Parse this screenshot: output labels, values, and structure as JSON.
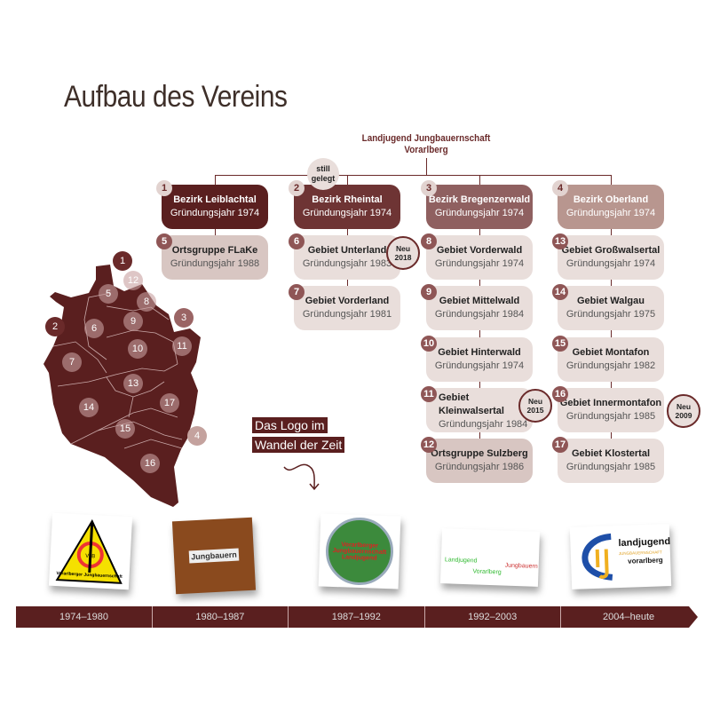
{
  "title": "Aufbau des Vereins",
  "root": {
    "line1": "Landjugend Jungbauernschaft",
    "line2": "Vorarlberg"
  },
  "still_gelegt": {
    "line1": "still",
    "line2": "gelegt"
  },
  "columns": [
    {
      "head": {
        "num": "1",
        "name": "Bezirk Leiblachtal",
        "year": "Gründungsjahr 1974"
      },
      "items": [
        {
          "num": "5",
          "name": "Ortsgruppe FLaKe",
          "year": "Gründungsjahr 1988"
        }
      ]
    },
    {
      "head": {
        "num": "2",
        "name": "Bezirk Rheintal",
        "year": "Gründungsjahr 1974"
      },
      "items": [
        {
          "num": "6",
          "name": "Gebiet Unterland",
          "year": "Gründungsjahr 1983",
          "neu": "Neu",
          "neu_year": "2018"
        },
        {
          "num": "7",
          "name": "Gebiet Vorderland",
          "year": "Gründungsjahr 1981"
        }
      ]
    },
    {
      "head": {
        "num": "3",
        "name": "Bezirk Bregenzerwald",
        "year": "Gründungsjahr 1974"
      },
      "items": [
        {
          "num": "8",
          "name": "Gebiet Vorderwald",
          "year": "Gründungsjahr 1974"
        },
        {
          "num": "9",
          "name": "Gebiet Mittelwald",
          "year": "Gründungsjahr 1984"
        },
        {
          "num": "10",
          "name": "Gebiet Hinterwald",
          "year": "Gründungsjahr 1974"
        },
        {
          "num": "11",
          "name": "Gebiet Kleinwalsertal",
          "year": "Gründungsjahr 1984",
          "neu": "Neu",
          "neu_year": "2015"
        },
        {
          "num": "12",
          "name": "Ortsgruppe Sulzberg",
          "year": "Gründungsjahr 1986"
        }
      ]
    },
    {
      "head": {
        "num": "4",
        "name": "Bezirk Oberland",
        "year": "Gründungsjahr 1974"
      },
      "items": [
        {
          "num": "13",
          "name": "Gebiet Großwalsertal",
          "year": "Gründungsjahr 1974"
        },
        {
          "num": "14",
          "name": "Gebiet Walgau",
          "year": "Gründungsjahr 1975"
        },
        {
          "num": "15",
          "name": "Gebiet Montafon",
          "year": "Gründungsjahr 1982"
        },
        {
          "num": "16",
          "name": "Gebiet Innermontafon",
          "year": "Gründungsjahr 1985",
          "neu": "Neu",
          "neu_year": "2009"
        },
        {
          "num": "17",
          "name": "Gebiet Klostertal",
          "year": "Gründungsjahr 1985"
        }
      ]
    }
  ],
  "map_labels": [
    "1",
    "2",
    "3",
    "4",
    "5",
    "6",
    "7",
    "8",
    "9",
    "10",
    "11",
    "12",
    "13",
    "14",
    "15",
    "16",
    "17"
  ],
  "logo_heading": {
    "line1": "Das Logo im",
    "line2": "Wandel der Zeit"
  },
  "logos": [
    {
      "text1": "VJB",
      "text2": "Vorarlberger Jungbauernschaft"
    },
    {
      "text1": "Jungbauern"
    },
    {
      "text1": "Vorarlberger Jungbauernschaft Landjugend"
    },
    {
      "text1": "Landjugend",
      "text2": "Vorarlberg",
      "text3": "Jungbauern"
    },
    {
      "text1": "landjugend",
      "text2": "JUNGBAUERNSCHAFT",
      "text3": "vorarlberg"
    }
  ],
  "timeline": [
    "1974–1980",
    "1980–1987",
    "1987–1992",
    "1992–2003",
    "2004–heute"
  ],
  "colors": {
    "c1": "#5a1f1f",
    "c2": "#6e3434",
    "c3": "#8f6060",
    "c4": "#b8968f",
    "light": "#e9dedb",
    "mid": "#d8c6c2"
  }
}
